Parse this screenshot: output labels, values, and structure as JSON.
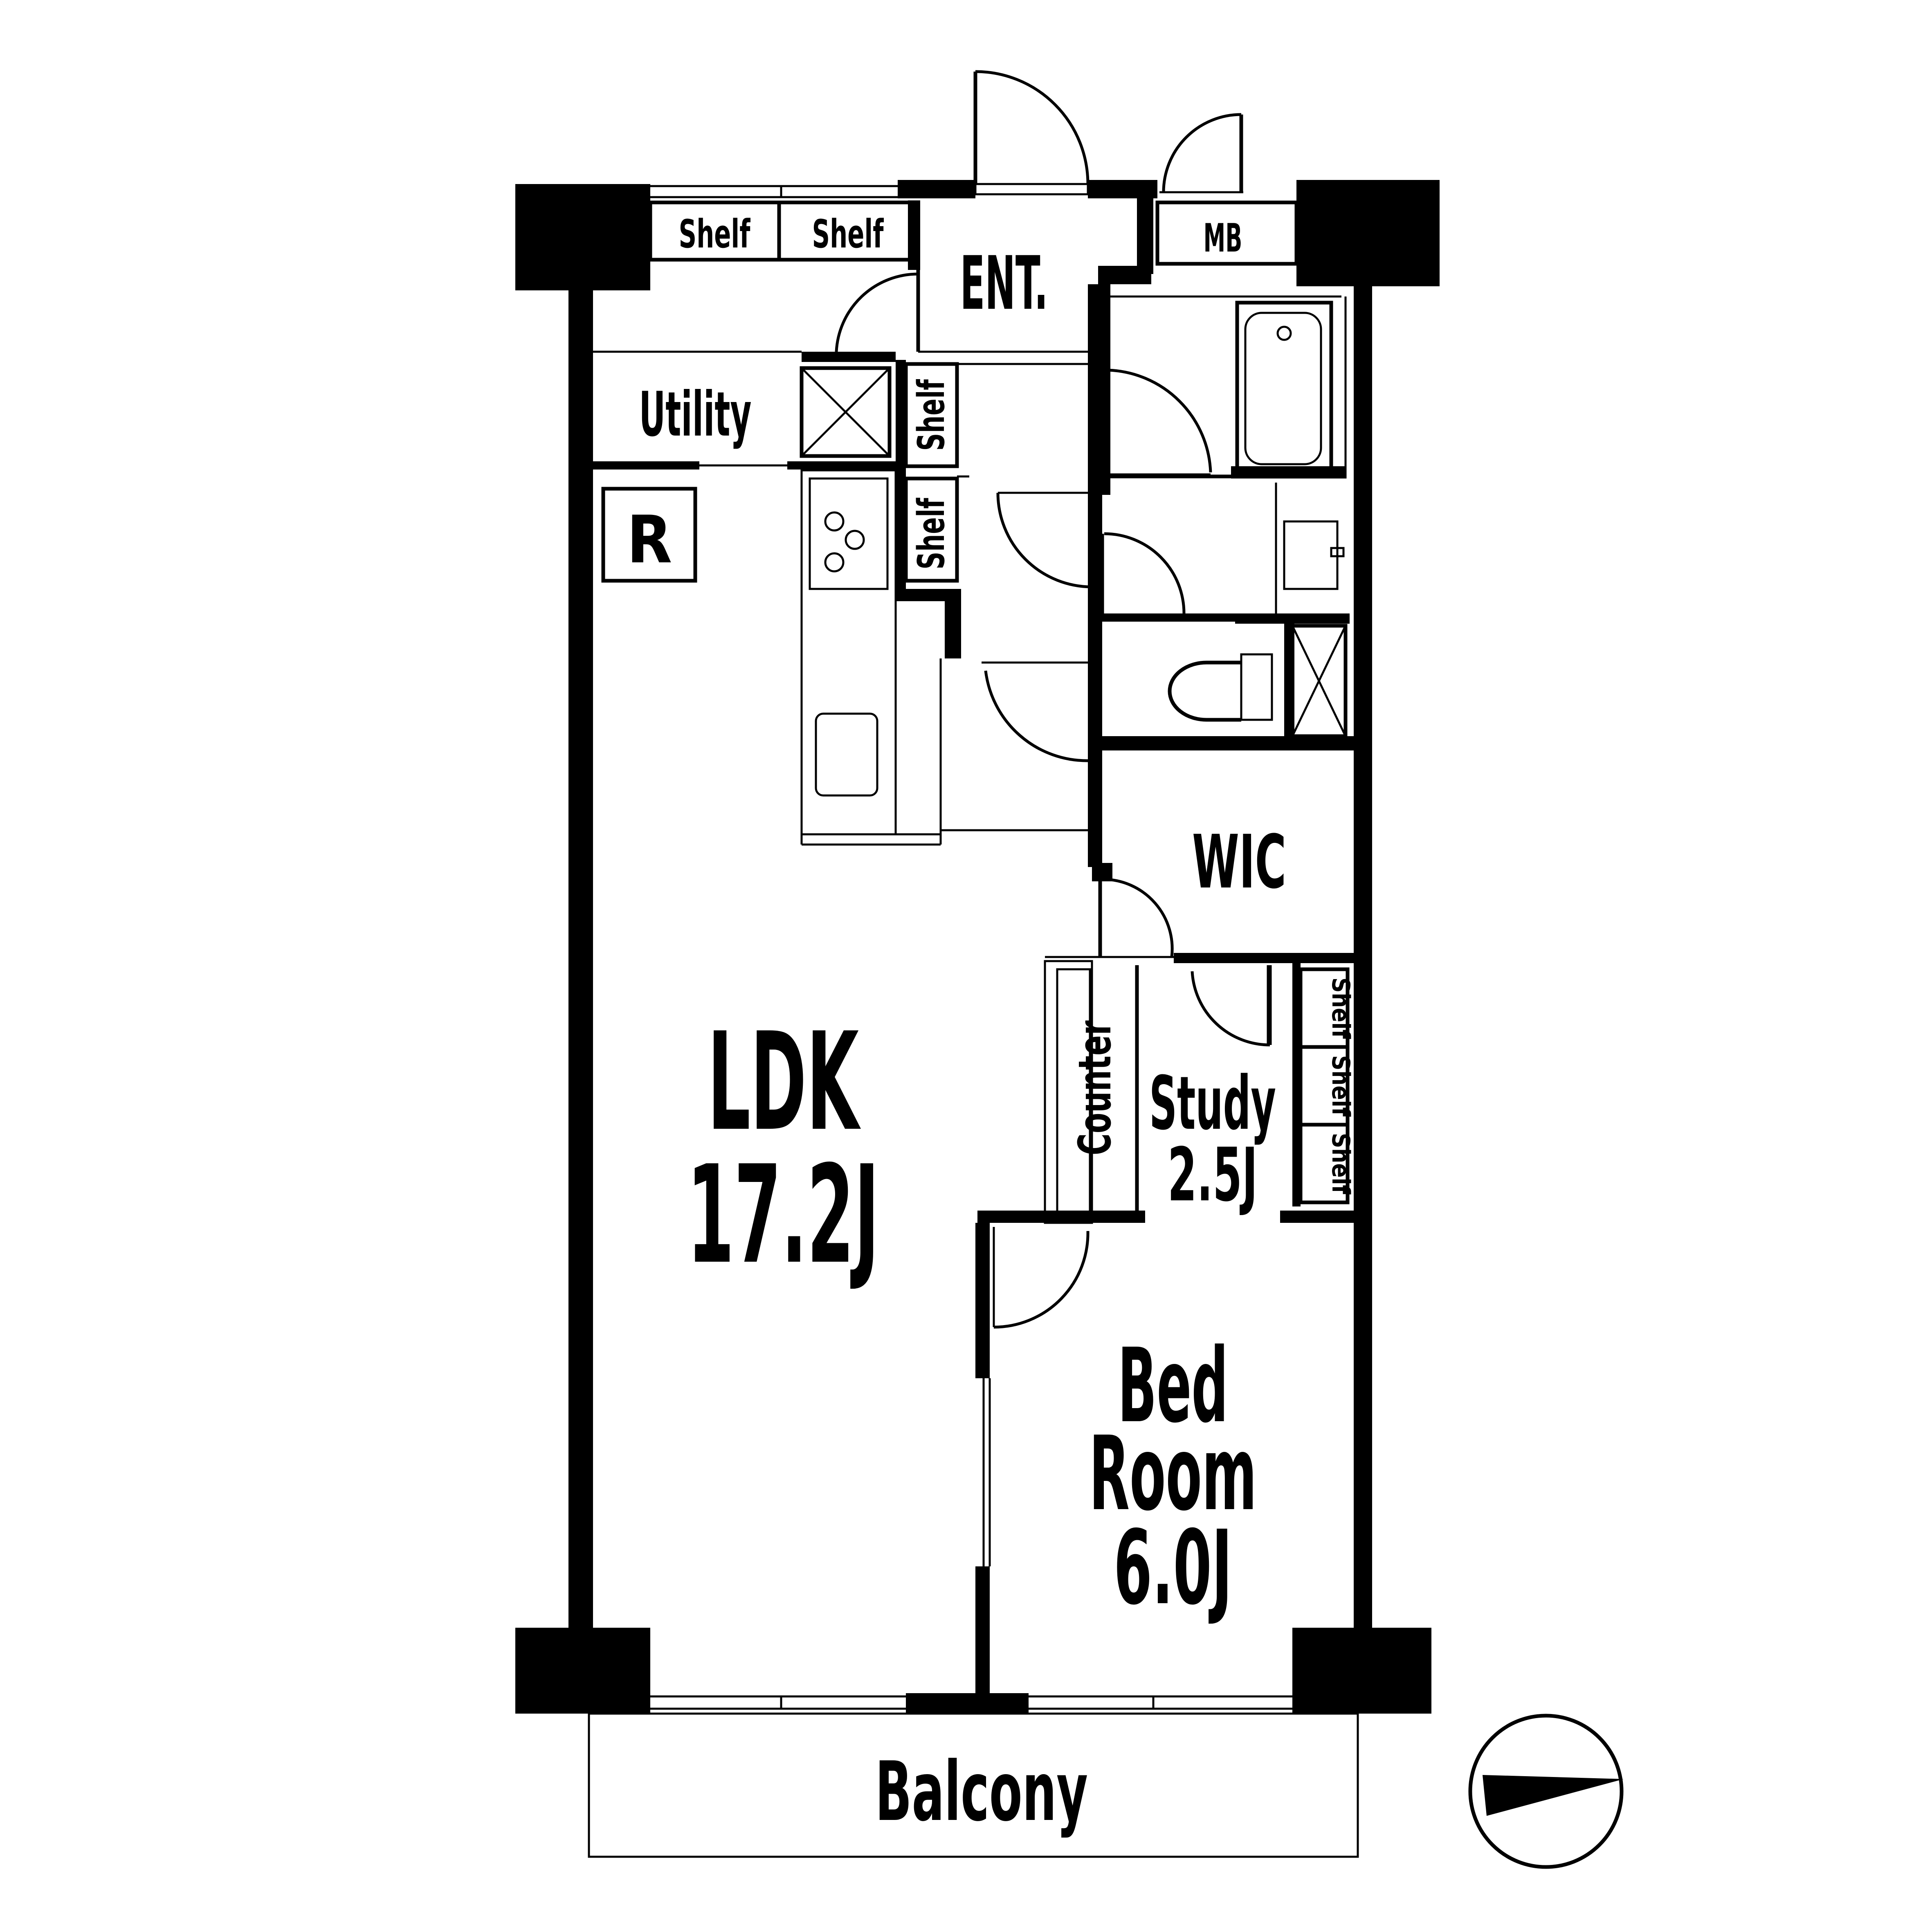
{
  "rooms": {
    "ldk_name": "LDK",
    "ldk_size": "17.2J",
    "bedroom_line1": "Bed",
    "bedroom_line2": "Room",
    "bedroom_size": "6.0J",
    "study_name": "Study",
    "study_size": "2.5J",
    "wic": "WIC",
    "entrance": "ENT.",
    "utility": "Utility",
    "mb": "MB",
    "balcony": "Balcony",
    "refrigerator": "R"
  },
  "storage": {
    "shelf_top_left": "Shelf",
    "shelf_top_right": "Shelf",
    "shelf_hall_upper": "Shelf",
    "shelf_hall_lower": "Shelf",
    "study_shelf_1": "Shelf",
    "study_shelf_2": "Shelf",
    "study_shelf_3": "Shelf",
    "counter": "Counter"
  },
  "compass": {
    "icon": "north-arrow-icon"
  },
  "colors": {
    "wall": "#000000",
    "background": "#ffffff"
  }
}
